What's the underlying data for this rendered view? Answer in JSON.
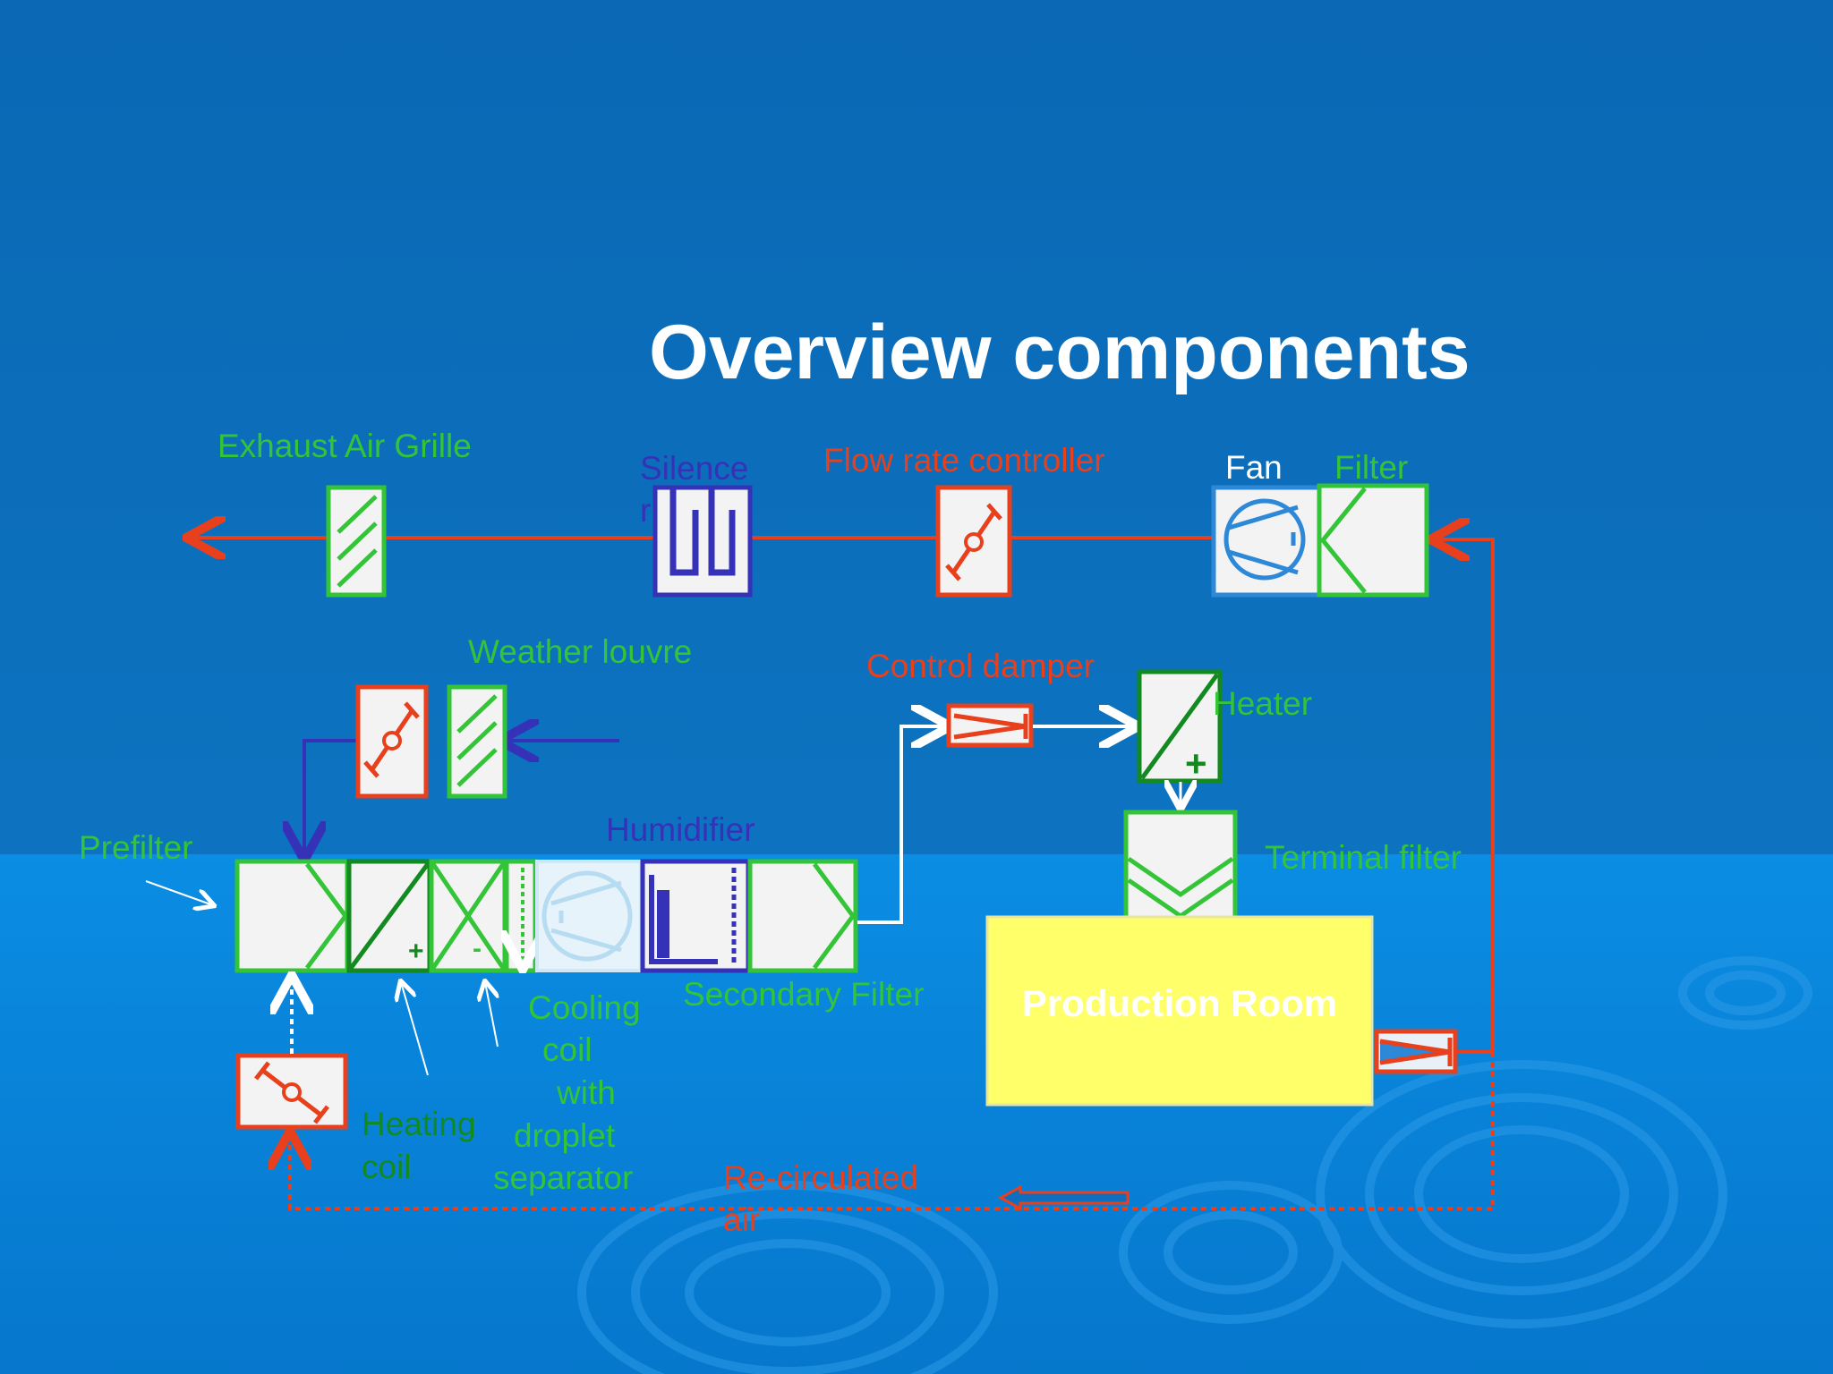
{
  "slide": {
    "title": "Overview components"
  },
  "labels": {
    "exhaust_air_grille": "Exhaust Air Grille",
    "silencer_line1": "Silence",
    "silencer_line2": "r",
    "flow_rate_controller": "Flow rate controller",
    "fan": "Fan",
    "filter": "Filter",
    "weather_louvre": "Weather louvre",
    "control_damper": "Control damper",
    "heater": "Heater",
    "prefilter": "Prefilter",
    "humidifier": "Humidifier",
    "terminal_filter": "Terminal filter",
    "secondary_filter": "Secondary Filter",
    "production_room": "Production Room",
    "cooling_coil_lines": [
      "Cooling",
      "coil",
      "with",
      "droplet",
      "separator"
    ],
    "heating_coil_lines": [
      "Heating",
      "coil"
    ],
    "recirculated_air_lines": [
      "Re-circulated",
      "air"
    ]
  },
  "colors": {
    "background_top": "#0a68b4",
    "background_bottom": "#0a8de3",
    "red": "#e8401c",
    "green": "#34c438",
    "blue": "#3532b8",
    "room_fill": "#ffff6a",
    "component_fill": "#f3f3f3"
  },
  "icons": {
    "plus": "+",
    "minus": "-"
  }
}
